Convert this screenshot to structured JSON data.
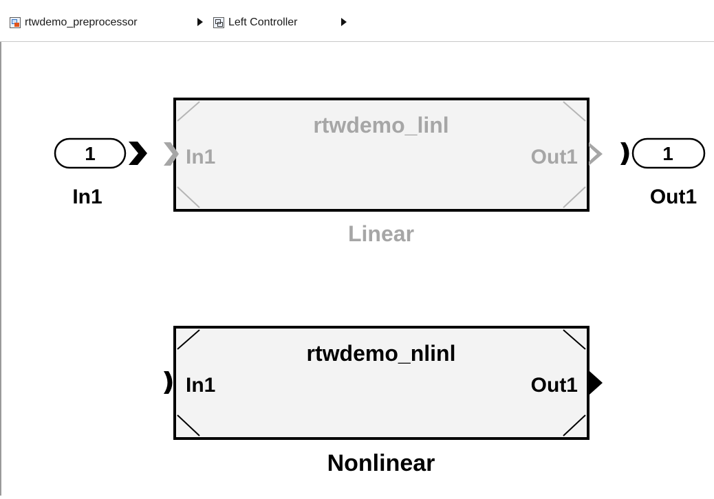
{
  "breadcrumb": {
    "items": [
      {
        "label": "rtwdemo_preprocessor",
        "icon": "model-icon"
      },
      {
        "label": "Left Controller",
        "icon": "subsystem-icon"
      }
    ]
  },
  "diagram": {
    "inport": {
      "number": "1",
      "name": "In1"
    },
    "outport": {
      "number": "1",
      "name": "Out1"
    },
    "blocks": [
      {
        "model": "rtwdemo_linl",
        "in_port": "In1",
        "out_port": "Out1",
        "name": "Linear",
        "state": "inactive"
      },
      {
        "model": "rtwdemo_nlinl",
        "in_port": "In1",
        "out_port": "Out1",
        "name": "Nonlinear",
        "state": "active"
      }
    ]
  },
  "colors": {
    "active": "#000000",
    "inactive": "#a6a6a6"
  }
}
